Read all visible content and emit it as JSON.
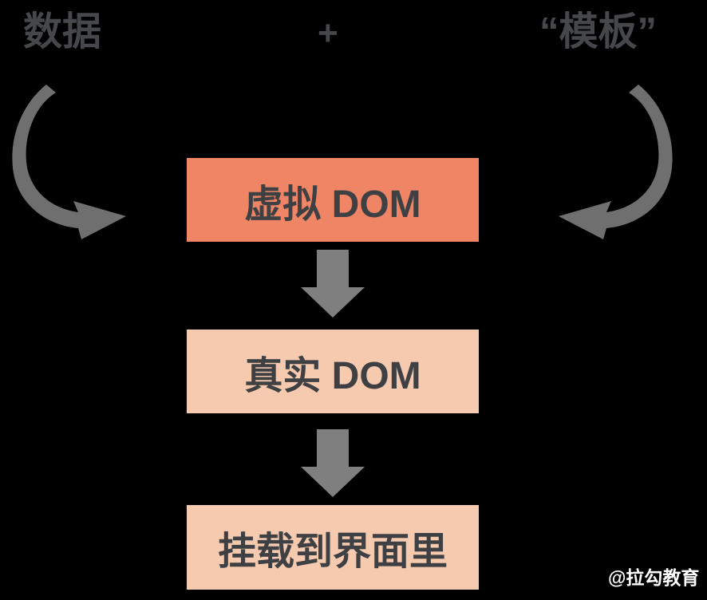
{
  "diagram": {
    "title_concept": "virtual-dom-flow",
    "inputs": {
      "data_label": "数据",
      "plus_sign": "+",
      "template_label": "“模板”"
    },
    "nodes": [
      {
        "id": "virtual-dom",
        "label": "虚拟 DOM"
      },
      {
        "id": "real-dom",
        "label": "真实 DOM"
      },
      {
        "id": "mount",
        "label": "挂载到界面里"
      }
    ],
    "watermark": "@拉勾教育"
  },
  "colors": {
    "background": "#000000",
    "top_text": "#46474b",
    "box_text": "#3e4043",
    "virtual_dom_fill": "#ef8565",
    "real_dom_fill": "#f6caaf",
    "mount_fill": "#f6caaf",
    "arrow_gray": "#7f7f7f",
    "swoosh_gray": "#6f6f6f",
    "watermark_text": "#ffffff"
  }
}
